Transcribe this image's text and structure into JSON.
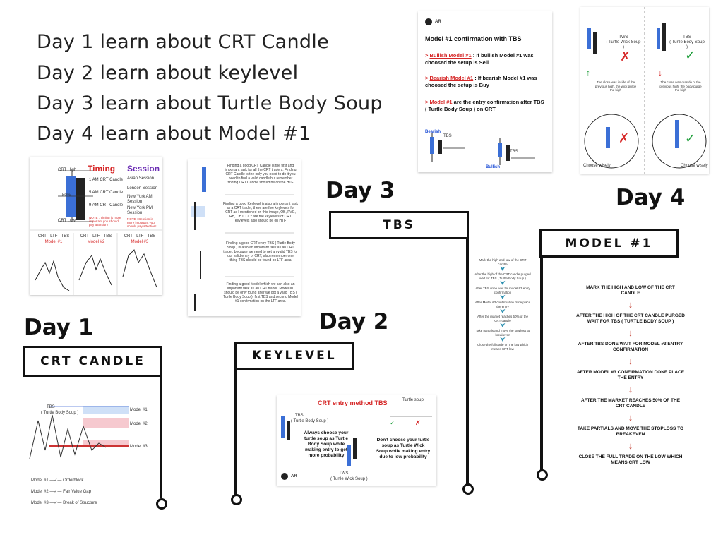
{
  "intro": [
    "Day 1 learn about CRT Candle",
    "Day 2 learn about keylevel",
    "Day 3 learn about Turtle Body Soup",
    "Day 4 learn about Model #1"
  ],
  "days": {
    "day1": {
      "title": "Day 1",
      "label": "CRT CANDLE"
    },
    "day2": {
      "title": "Day 2",
      "label": "KEYLEVEL"
    },
    "day3": {
      "title": "Day 3",
      "label": "TBS"
    },
    "day4": {
      "title": "Day 4",
      "label": "MODEL #1"
    }
  },
  "crt_card": {
    "labels": {
      "high": "CRT High",
      "fifty": "50%",
      "low": "CRT Low"
    },
    "timing": {
      "title": "Timing",
      "items": [
        "1 AM CRT Candle",
        "5 AM CRT Candle",
        "9 AM CRT Candle"
      ],
      "note": "NOTE : Timing is more important you should pay attention!"
    },
    "session": {
      "title": "Session",
      "items": [
        "Asian Session",
        "London Session",
        "New York AM Session",
        "New York PM Session"
      ],
      "note": "NOTE : Session is more important you should pay attention!"
    },
    "panels": [
      {
        "title": "CRT - LTF - TBS",
        "model": "Model #1"
      },
      {
        "title": "CRT - LTF - TBS",
        "model": "Model #2"
      },
      {
        "title": "CRT - LTF - TBS",
        "model": "Model #3"
      }
    ]
  },
  "keylevel_card": {
    "paragraphs": [
      "Finding a good CRT Candle is the first and important task for all the CRT traders. Finding CRT Candle is the only you need to do it you need to find a valid candle but remember finding CRT Candle should be on the HTF",
      "Finding a good Keylevel is also a important task as a CRT trader, there are five keylevels for CRT as I mentioned on this image, OB, FVG, RB, OHT, CL? are the keylevels of CRT keylevels also should be on HTF",
      "Finding a good CRT entry TBS ( Turtle Body Soup ) is also an important task as an CRT trader, because we need to get an valid TBS for our valid entry of CRT, also remember one thing TBS should be found on LTF area",
      "Finding a good Model which we can also an important task as an CRT trader. Model #1 should be only found after we got a valid TBS ( Turtle Body Soup ), first TBS and second Model #1 confirmation on the LTF area."
    ]
  },
  "day1_chart": {
    "tbs": "TBS",
    "tbs_sub": "( Turtle Body Soup )",
    "models": [
      "Model #1",
      "Model #2",
      "Model #3"
    ],
    "legend": [
      {
        "model": "Model #1",
        "meaning": "Orderblock"
      },
      {
        "model": "Model #2",
        "meaning": "Fair Value Gap"
      },
      {
        "model": "Model #3",
        "meaning": "Break of Structure"
      }
    ]
  },
  "day2_chart": {
    "title_prefix": "CRT entry method",
    "title_suffix": "TBS",
    "turtle_soup": "Turtle soup",
    "tbs_label": "TBS",
    "tbs_sub": "( Turtle Body Soup )",
    "tbs_label2": "TWS",
    "tbs_sub2": "( Turtle Wick Soup )",
    "always": "Always choose your turtle soup as Turtle Body Soup while making entry to get more probability",
    "dont": "Don't choose your turtle soup as Turtle Wick Soup while making entry due to low probability",
    "logo": "AR"
  },
  "day3_card": {
    "steps": [
      "Mark the high and low of the CRT candle",
      "After the high of the CRT candle purged wait for TBS ( Turtle Body Soup )",
      "After TBS done wait for model #3 entry confirmation",
      "After Model #3 confirmation done place the entry",
      "After the market reaches 50% of the CRT candle",
      "Take partials and move the stoploss to breakeven",
      "Close the full trade on the low which means CRT low"
    ]
  },
  "tbs_card": {
    "logo": "AR",
    "title": "Model #1 confirmation with TBS",
    "lines": [
      {
        "tag": "Bullish Model #1",
        "text": "If bullish Model #1 was choosed the setup is Sell"
      },
      {
        "tag": "Bearish Model #1",
        "text": "If bearish Model #1 was choosed the setup is Buy"
      },
      {
        "tag": "Model #1",
        "text": "are the entry confirmation after TBS ( Turtle Body Soup ) on CRT"
      }
    ],
    "bearish": "Bearish",
    "bullish": "Bullish",
    "tbs": "TBS"
  },
  "model_card": {
    "left_label": "TWS",
    "left_sub": "( Turtle Wick Soup )",
    "right_label": "TBS",
    "right_sub": "( Turtle Body Soup )",
    "left_note": "The close was inside of the previous high, the wick purge the high",
    "right_note": "The close was outside of the previous high, the body purge the high",
    "bottom_left": "Choose wisely",
    "bottom_right": "Choose wisely"
  },
  "day4_steps": [
    "MARK THE HIGH AND LOW OF THE CRT CANDLE",
    "AFTER THE HIGH OF THE CRT CANDLE PURGED WAIT FOR TBS ( TURTLE BODY SOUP )",
    "AFTER TBS DONE WAIT FOR MODEL #3 ENTRY CONFIRMATION",
    "AFTER MODEL #3 CONFIRMATION DONE PLACE THE ENTRY",
    "AFTER THE MARKET REACHES 50% OF THE CRT CANDLE",
    "TAKE PARTIALS AND MOVE THE STOPLOSS TO BREAKEVEN",
    "CLOSE THE FULL TRADE ON THE LOW WHICH MEANS CRT LOW"
  ],
  "colors": {
    "accent_red": "#d62828",
    "accent_blue": "#1f4fd6",
    "accent_purple": "#6a2bb3",
    "accent_green": "#1e9e3a",
    "line": "#111111"
  }
}
